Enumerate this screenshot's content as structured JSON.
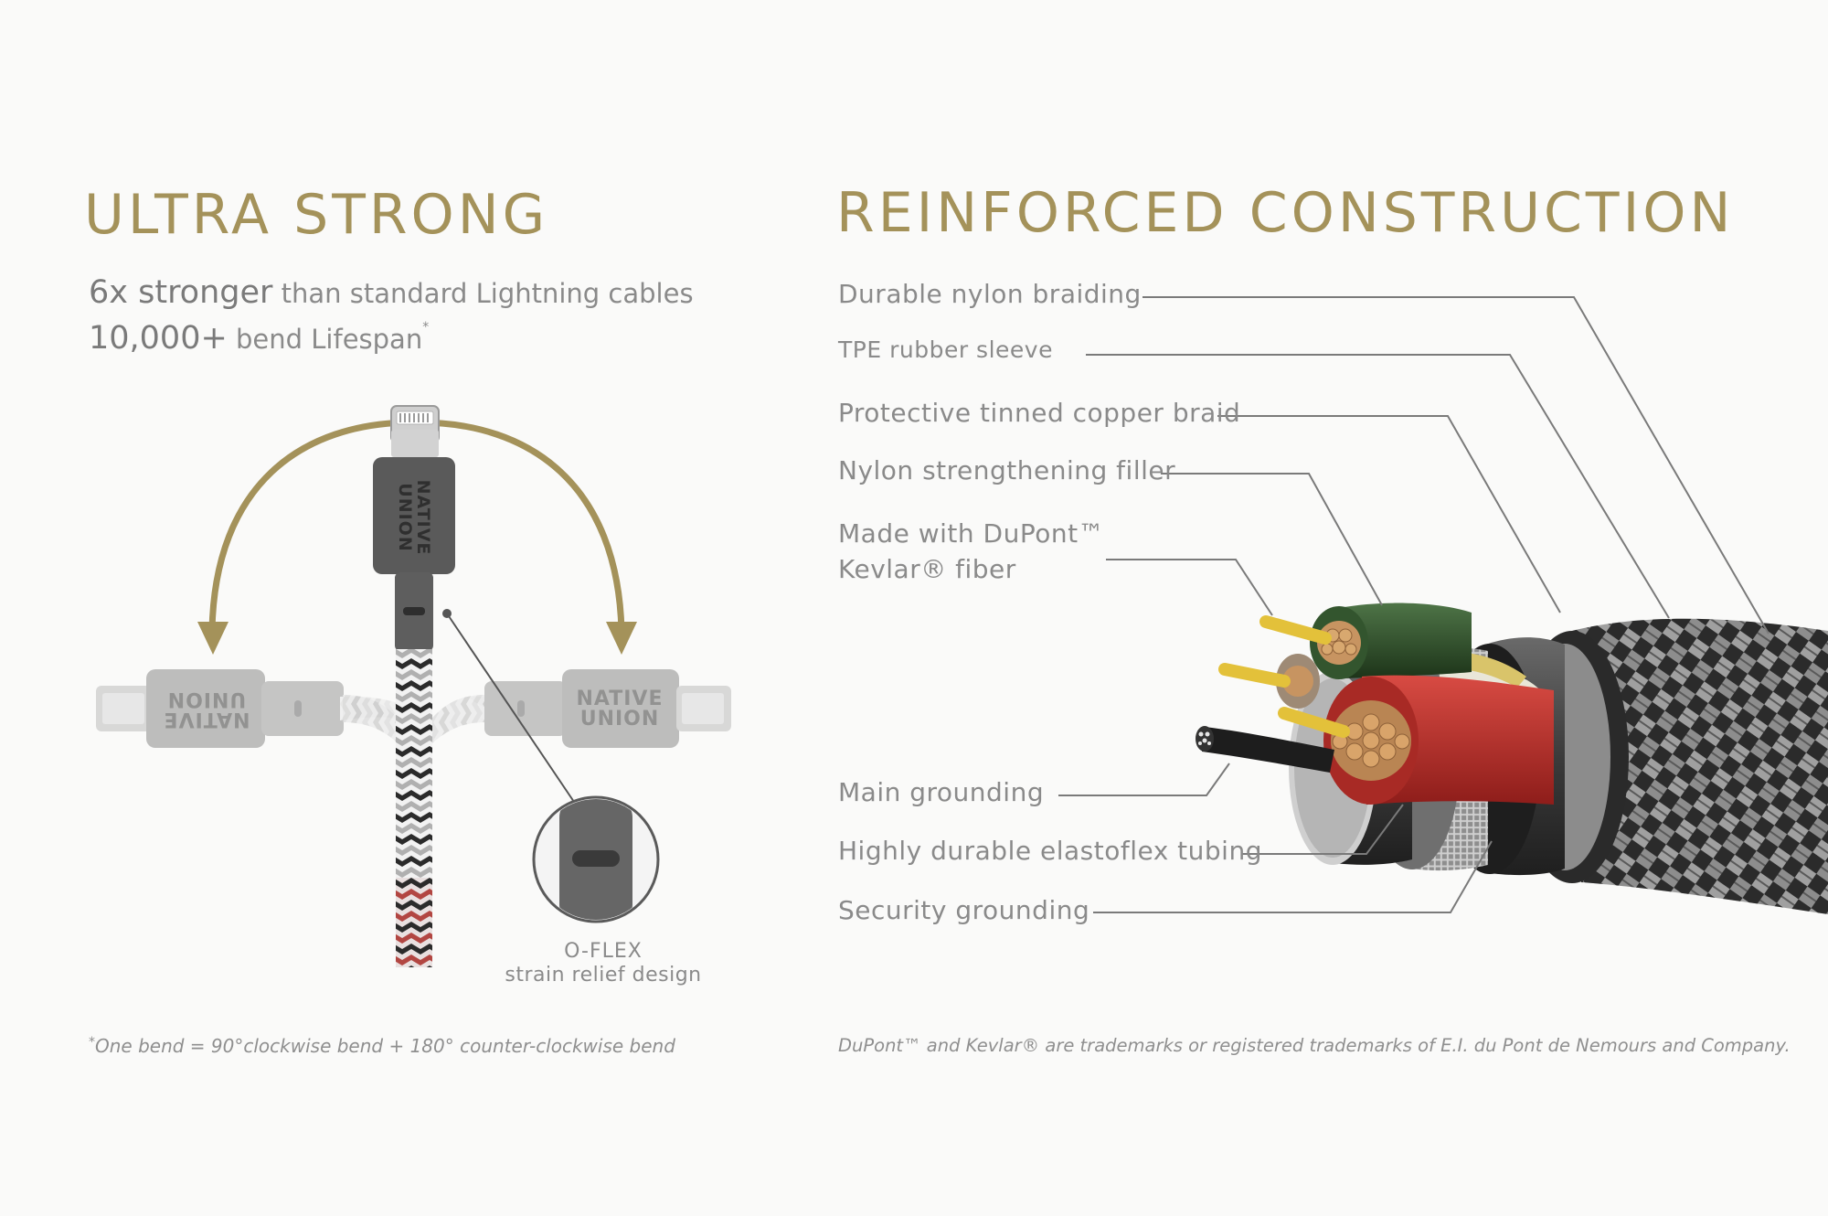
{
  "left": {
    "title": "ULTRA STRONG",
    "line1_strong": "6x stronger",
    "line1_rest": " than standard Lightning cables",
    "line2_strong": "10,000+",
    "line2_rest": " bend Lifespan",
    "line2_mark": "*",
    "oflex_title": "O-FLEX",
    "oflex_sub": "strain relief design",
    "footnote_mark": "*",
    "footnote": "One bend = 90°clockwise bend + 180° counter-clockwise bend",
    "brand_line1": "NATIVE",
    "brand_line2": "UNION"
  },
  "right": {
    "title": "REINFORCED CONSTRUCTION",
    "labels": {
      "nylon_braiding": "Durable nylon braiding",
      "tpe_sleeve": "TPE rubber sleeve",
      "copper_braid": "Protective tinned copper braid",
      "nylon_filler": "Nylon strengthening filler",
      "kevlar_line1": "Made with DuPont™",
      "kevlar_line2": "Kevlar® fiber",
      "main_grounding": "Main grounding",
      "elastoflex": "Highly durable elastoflex tubing",
      "security_grounding": "Security grounding"
    },
    "footnote": "DuPont™ and Kevlar® are trademarks or registered trademarks of E.I. du Pont de Nemours and Company."
  },
  "colors": {
    "gold": "#a4925a",
    "text_gray": "#8a8a8a",
    "background": "#fafaf9",
    "red_core": "#c0312c",
    "green_core": "#2e4d2a",
    "yellow_wire": "#e3c13a"
  }
}
